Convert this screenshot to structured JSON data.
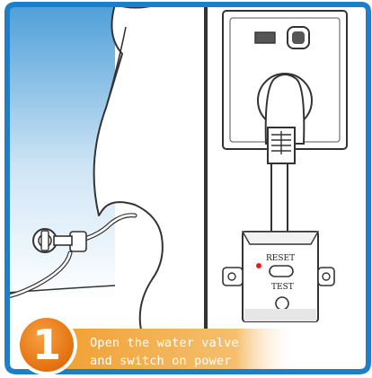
{
  "step": {
    "number": "1",
    "caption_line1": "Open the water valve",
    "caption_line2": "and switch on power"
  },
  "device": {
    "reset_label": "RESET",
    "test_label": "TEST"
  },
  "colors": {
    "frame_blue": "#1e7fc8",
    "sky_blue": "#5aa6dc",
    "banner_orange": "#f0a030",
    "badge_orange": "#f07e14",
    "indicator_red": "#e02020"
  }
}
